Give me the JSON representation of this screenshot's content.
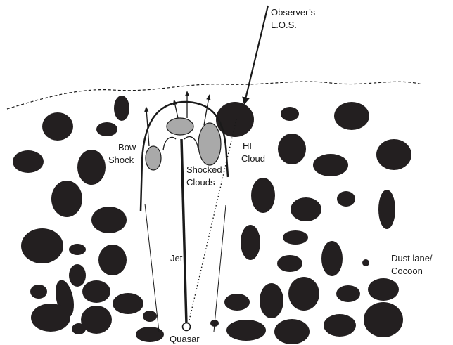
{
  "labels": {
    "observer_line1": "Observer’s",
    "observer_line2": "L.O.S.",
    "bow_line1": "Bow",
    "bow_line2": "Shock",
    "hi_line1": "HI",
    "hi_line2": "Cloud",
    "shocked_line1": "Shocked",
    "shocked_line2": "Clouds",
    "jet": "Jet",
    "dust_line1": "Dust lane/",
    "dust_line2": "Cocoon",
    "quasar": "Quasar"
  },
  "colors": {
    "dust_cloud": "#231f20",
    "shocked_cloud": "#a9a9a9",
    "line": "#1a1a1a"
  }
}
